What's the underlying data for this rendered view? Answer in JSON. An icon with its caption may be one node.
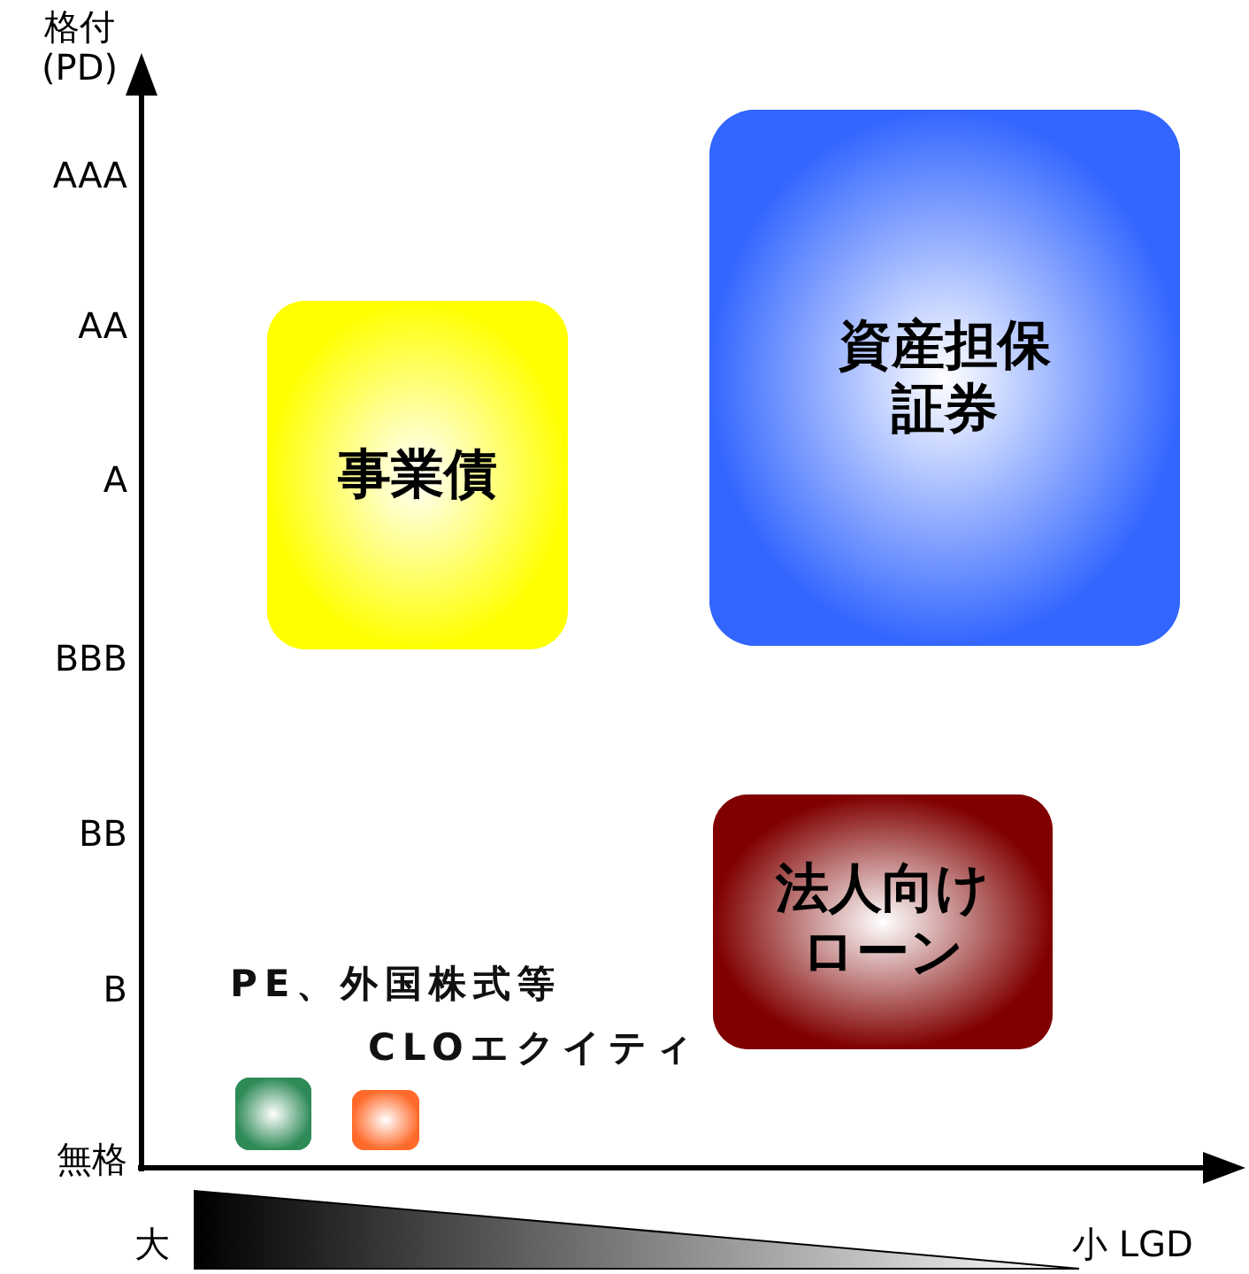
{
  "diagram": {
    "nodes": [
      {
        "text": [
          "資産担保証券"
        ]
      },
      {
        "text": [
          "事業債"
        ]
      },
      {
        "text": [
          "法人向けローン"
        ]
      },
      {
        "text": [],
        "shape": "box",
        "beside": [
          "PE、外国株式等"
        ]
      },
      {
        "text": [],
        "shape": "box",
        "beside": [
          "CLOエクイティ"
        ]
      }
    ],
    "labels": [
      "格付(PD)",
      "AAA",
      "AA",
      "A",
      "BBB",
      "BB",
      "B",
      "無格",
      "大",
      "小 LGD"
    ]
  }
}
